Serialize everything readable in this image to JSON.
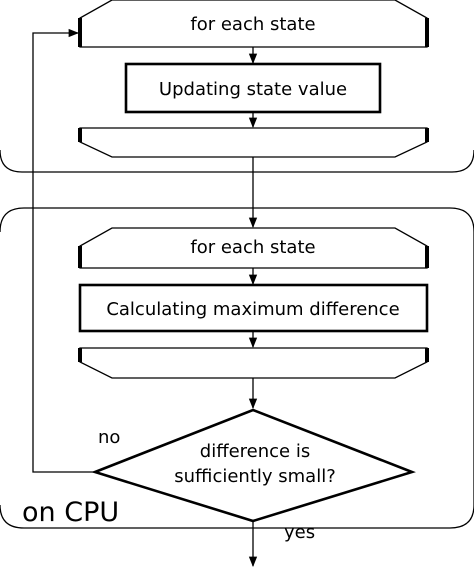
{
  "loop1": {
    "header_label": "for each state",
    "process_label": "Updating state value"
  },
  "loop2": {
    "header_label": "for each state",
    "process_label": "Calculating maximum difference"
  },
  "decision": {
    "line1": "difference is",
    "line2": "sufficiently small?",
    "no_label": "no",
    "yes_label": "yes"
  },
  "region_label": "on CPU",
  "colors": {
    "stroke": "#000000",
    "background": "#ffffff"
  }
}
